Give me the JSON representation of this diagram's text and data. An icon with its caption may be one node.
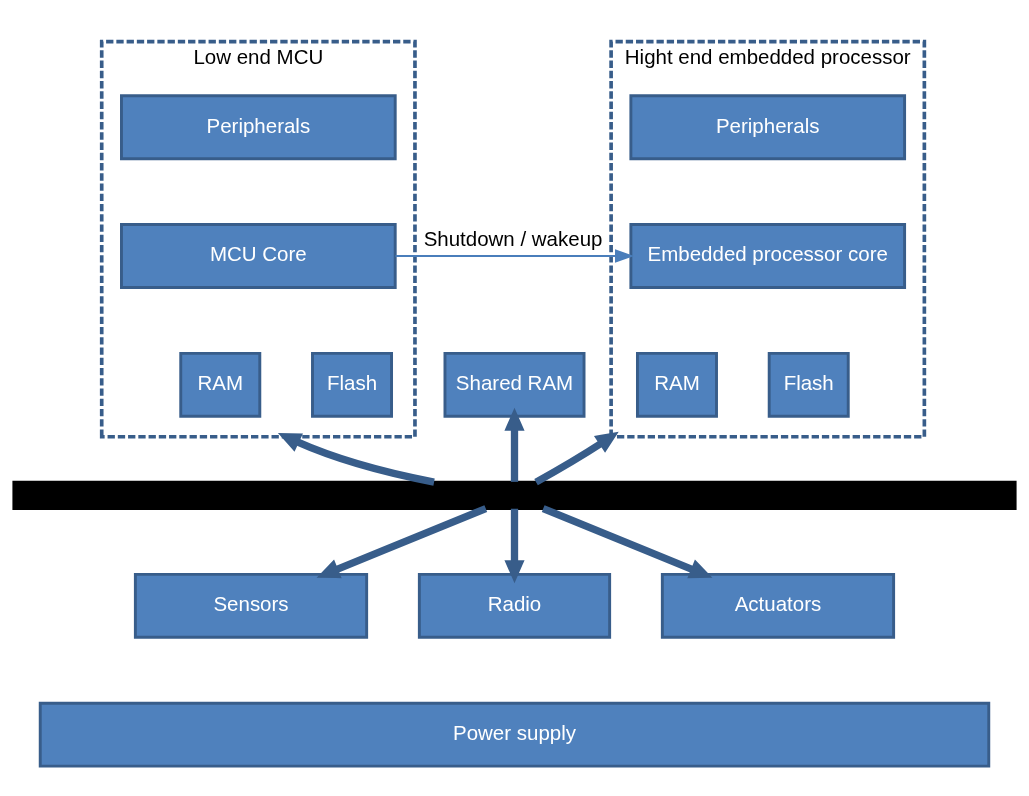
{
  "diagram": {
    "nodes": [
      {
        "text": [
          "Low end MCU"
        ]
      },
      {
        "text": [
          "Peripherals"
        ],
        "in": 0
      },
      {
        "text": [
          "MCU Core"
        ],
        "in": 0
      },
      {
        "text": [
          "RAM"
        ],
        "in": 0
      },
      {
        "text": [
          "Flash"
        ],
        "in": 0
      },
      {
        "text": [
          "Hight end embedded processor"
        ]
      },
      {
        "text": [
          "Peripherals"
        ],
        "in": 5
      },
      {
        "text": [
          "Embedded processor core"
        ],
        "in": 5
      },
      {
        "text": [
          "RAM"
        ],
        "in": 5
      },
      {
        "text": [
          "Flash"
        ],
        "in": 5
      },
      {
        "text": [
          "Shared RAM"
        ]
      },
      {
        "text": [],
        "shape": "bar"
      },
      {
        "text": [
          "Sensors"
        ]
      },
      {
        "text": [
          "Radio"
        ]
      },
      {
        "text": [
          "Actuators"
        ]
      },
      {
        "text": [
          "Power supply"
        ]
      }
    ],
    "edges": [
      {
        "from": 2,
        "to": 7,
        "arrow": "to",
        "label": "Shutdown / wakeup",
        "color": "#4a7ebb"
      },
      {
        "from": 11,
        "to": 0,
        "arrow": "to"
      },
      {
        "from": 11,
        "to": 10,
        "arrow": "to"
      },
      {
        "from": 11,
        "to": 5,
        "arrow": "to"
      },
      {
        "from": 11,
        "to": 12,
        "arrow": "to"
      },
      {
        "from": 11,
        "to": 13,
        "arrow": "to"
      },
      {
        "from": 11,
        "to": 14,
        "arrow": "to"
      }
    ]
  }
}
